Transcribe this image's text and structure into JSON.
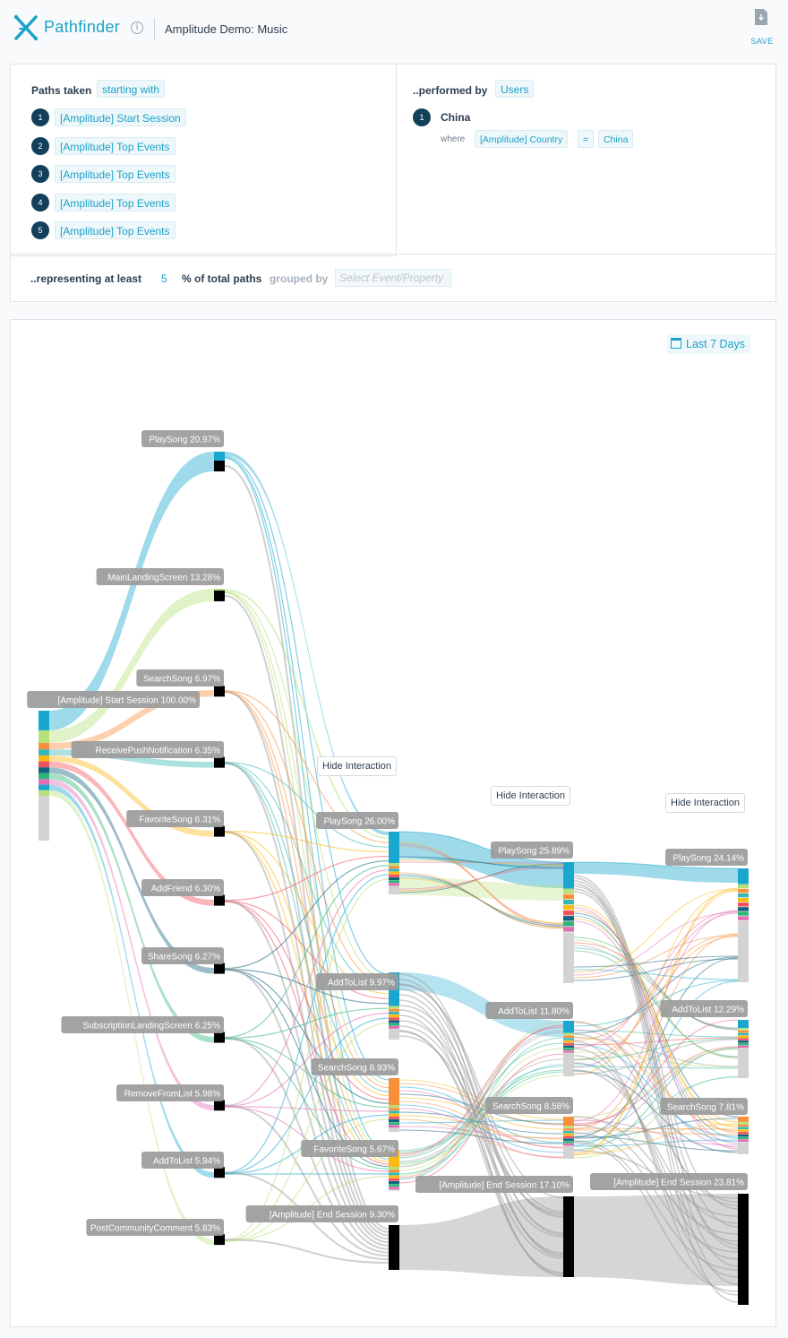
{
  "header": {
    "app_title": "Pathfinder",
    "info_icon": "i",
    "project_name": "Amplitude Demo: Music",
    "save_label": "SAVE"
  },
  "query": {
    "paths_taken_label": "Paths taken",
    "starting_with_label": "starting with",
    "steps": [
      {
        "num": "1",
        "label": "[Amplitude] Start Session"
      },
      {
        "num": "2",
        "label": "[Amplitude] Top Events"
      },
      {
        "num": "3",
        "label": "[Amplitude] Top Events"
      },
      {
        "num": "4",
        "label": "[Amplitude] Top Events"
      },
      {
        "num": "5",
        "label": "[Amplitude] Top Events"
      }
    ],
    "performed_by_label": "..performed by",
    "users_label": "Users",
    "segment": {
      "num": "1",
      "name": "China",
      "where_label": "where",
      "property": "[Amplitude] Country",
      "operator": "=",
      "value": "China"
    },
    "representing_label": "..representing at least",
    "threshold": "5",
    "percent_label": "% of total paths",
    "grouped_by_label": "grouped by",
    "grouped_by_placeholder": "Select Event/Property"
  },
  "chart": {
    "date_range": "Last 7 Days",
    "hide_label": "Hide Interaction"
  },
  "chart_data": {
    "type": "sankey",
    "unit": "% of total paths",
    "colors": {
      "PlaySong": "#1aa7cf",
      "MainLandingScreen": "#b6e07a",
      "SearchSong": "#f88f3c",
      "ReceivePushNotification": "#36b9b5",
      "FavoriteSong": "#fdb913",
      "AddFriend": "#f2525d",
      "ShareSong": "#11627e",
      "SubscriptionLandingScreen": "#2fb579",
      "RemoveFromList": "#e26db5",
      "AddToList": "#1aa7cf",
      "PostCommunityComment": "#b6e07a",
      "End": "#000000",
      "Other": "#d3d3d3"
    },
    "steps": [
      [
        {
          "name": "[Amplitude] Start Session",
          "value": 100.0
        }
      ],
      [
        {
          "name": "PlaySong",
          "value": 20.97
        },
        {
          "name": "MainLandingScreen",
          "value": 13.28
        },
        {
          "name": "SearchSong",
          "value": 6.97
        },
        {
          "name": "ReceivePushNotification",
          "value": 6.35
        },
        {
          "name": "FavoriteSong",
          "value": 6.31
        },
        {
          "name": "AddFriend",
          "value": 6.3
        },
        {
          "name": "ShareSong",
          "value": 6.27
        },
        {
          "name": "SubscriptionLandingScreen",
          "value": 6.25
        },
        {
          "name": "RemoveFromList",
          "value": 5.98
        },
        {
          "name": "AddToList",
          "value": 5.94
        },
        {
          "name": "PostCommunityComment",
          "value": 5.83
        }
      ],
      [
        {
          "name": "PlaySong",
          "value": 26.0
        },
        {
          "name": "AddToList",
          "value": 9.97
        },
        {
          "name": "SearchSong",
          "value": 8.93
        },
        {
          "name": "FavoriteSong",
          "value": 5.67
        },
        {
          "name": "[Amplitude] End Session",
          "value": 9.3
        }
      ],
      [
        {
          "name": "PlaySong",
          "value": 25.89
        },
        {
          "name": "AddToList",
          "value": 11.8
        },
        {
          "name": "SearchSong",
          "value": 8.58
        },
        {
          "name": "[Amplitude] End Session",
          "value": 17.1
        }
      ],
      [
        {
          "name": "PlaySong",
          "value": 24.14
        },
        {
          "name": "AddToList",
          "value": 12.29
        },
        {
          "name": "SearchSong",
          "value": 7.81
        },
        {
          "name": "[Amplitude] End Session",
          "value": 23.81
        }
      ]
    ],
    "node_labels": [
      {
        "text": "[Amplitude] Start Session 100.00%"
      },
      {
        "text": "PlaySong 20.97%"
      },
      {
        "text": "MainLandingScreen 13.28%"
      },
      {
        "text": "SearchSong 6.97%"
      },
      {
        "text": "ReceivePushNotification 6.35%"
      },
      {
        "text": "FavoriteSong 6.31%"
      },
      {
        "text": "AddFriend 6.30%"
      },
      {
        "text": "ShareSong 6.27%"
      },
      {
        "text": "SubscriptionLandingScreen 6.25%"
      },
      {
        "text": "RemoveFromList 5.98%"
      },
      {
        "text": "AddToList 5.94%"
      },
      {
        "text": "PostCommunityComment 5.83%"
      },
      {
        "text": "PlaySong 26.00%"
      },
      {
        "text": "AddToList 9.97%"
      },
      {
        "text": "SearchSong 8.93%"
      },
      {
        "text": "FavoriteSong 5.67%"
      },
      {
        "text": "[Amplitude] End Session 9.30%"
      },
      {
        "text": "PlaySong 25.89%"
      },
      {
        "text": "AddToList 11.80%"
      },
      {
        "text": "SearchSong 8.58%"
      },
      {
        "text": "[Amplitude] End Session 17.10%"
      },
      {
        "text": "PlaySong 24.14%"
      },
      {
        "text": "AddToList 12.29%"
      },
      {
        "text": "SearchSong 7.81%"
      },
      {
        "text": "[Amplitude] End Session 23.81%"
      }
    ]
  }
}
